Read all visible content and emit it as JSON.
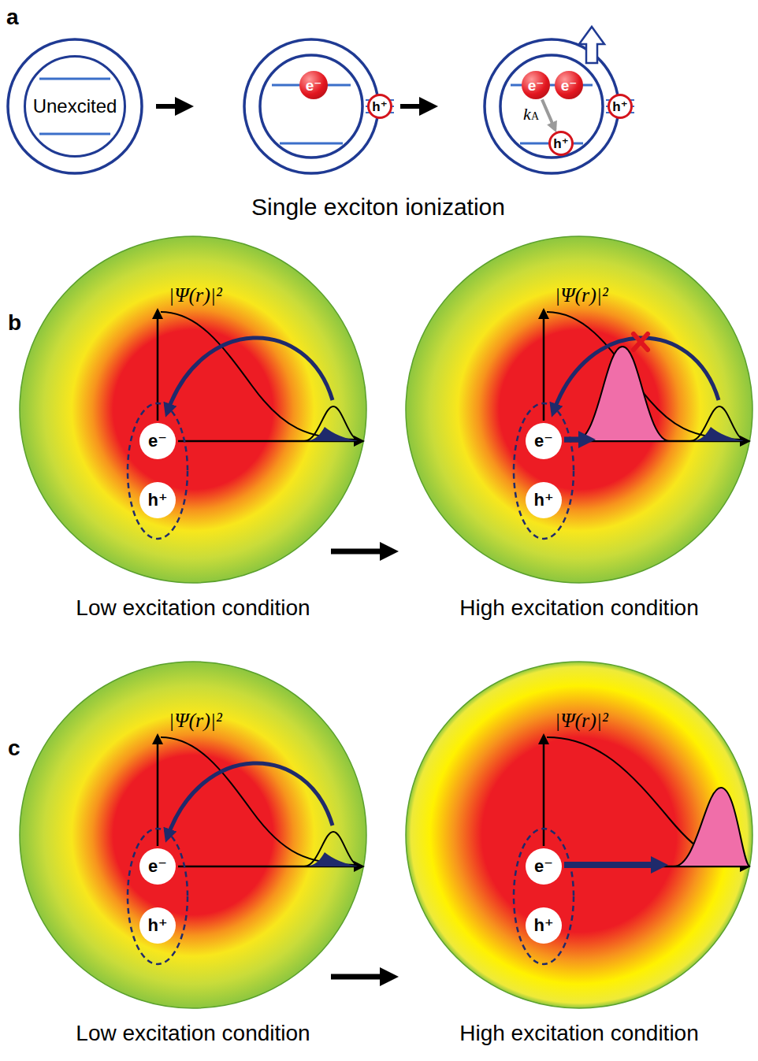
{
  "diagram": {
    "nodes": [
      {
        "text": [
          "Unexcited"
        ]
      },
      {
        "text": [
          "e⁻"
        ]
      },
      {
        "text": [
          "h⁺"
        ]
      },
      {
        "text": [
          "e⁻"
        ]
      },
      {
        "text": [
          "e⁻"
        ]
      },
      {
        "text": [
          "h⁺"
        ]
      },
      {
        "text": [
          "h⁺"
        ]
      },
      {
        "text": [
          "e⁻"
        ]
      },
      {
        "text": [
          "h⁺"
        ]
      },
      {
        "text": [
          "e⁻"
        ]
      },
      {
        "text": [
          "h⁺"
        ]
      },
      {
        "text": [
          "e⁻"
        ]
      },
      {
        "text": [
          "h⁺"
        ]
      },
      {
        "text": [
          "e⁻"
        ]
      },
      {
        "text": [
          "h⁺"
        ]
      }
    ],
    "edges": [
      {
        "from": 3,
        "to": 5,
        "arrow": "to",
        "label": "kA"
      }
    ],
    "labels": [
      "a",
      "Single exciton ionization",
      "b",
      "|Ψ(r)|²",
      "|Ψ(r)|²",
      "Low excitation condition",
      "High excitation condition",
      "c",
      "|Ψ(r)|²",
      "|Ψ(r)|²",
      "Low excitation condition",
      "High excitation condition"
    ]
  }
}
